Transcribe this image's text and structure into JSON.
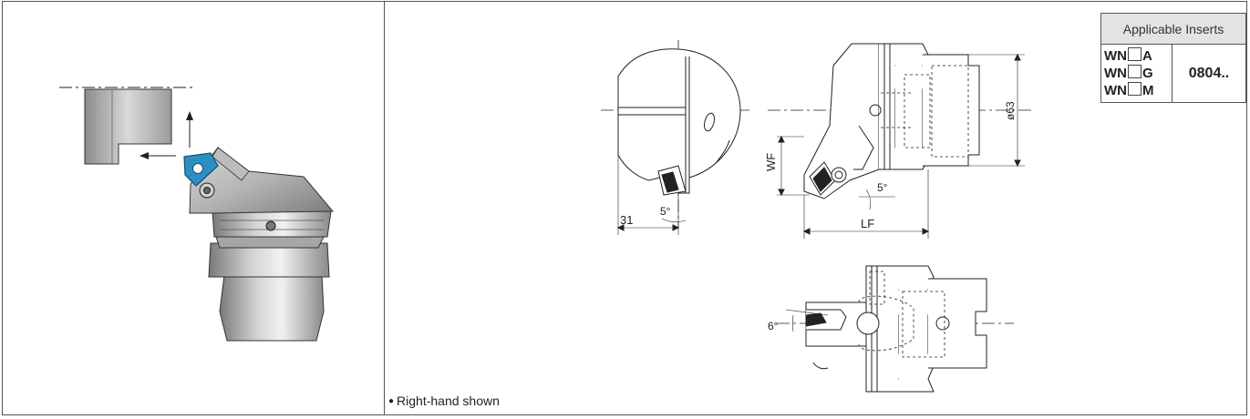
{
  "note": {
    "bullet": "●",
    "text": "Right-hand shown"
  },
  "inserts_table": {
    "header": "Applicable Inserts",
    "codes": [
      {
        "prefix": "WN",
        "suffix": "A"
      },
      {
        "prefix": "WN",
        "suffix": "G"
      },
      {
        "prefix": "WN",
        "suffix": "M"
      }
    ],
    "size": "0804.."
  },
  "dimensions": {
    "front_width": "31",
    "front_angle": "5°",
    "side_height": "WF",
    "side_length": "LF",
    "side_diameter": "ø63",
    "side_angle": "5°",
    "top_angle": "6°"
  },
  "colors": {
    "insert_blue": "#2b8fc4",
    "tool_grey": "#9a9a9a",
    "outline": "#222222"
  }
}
